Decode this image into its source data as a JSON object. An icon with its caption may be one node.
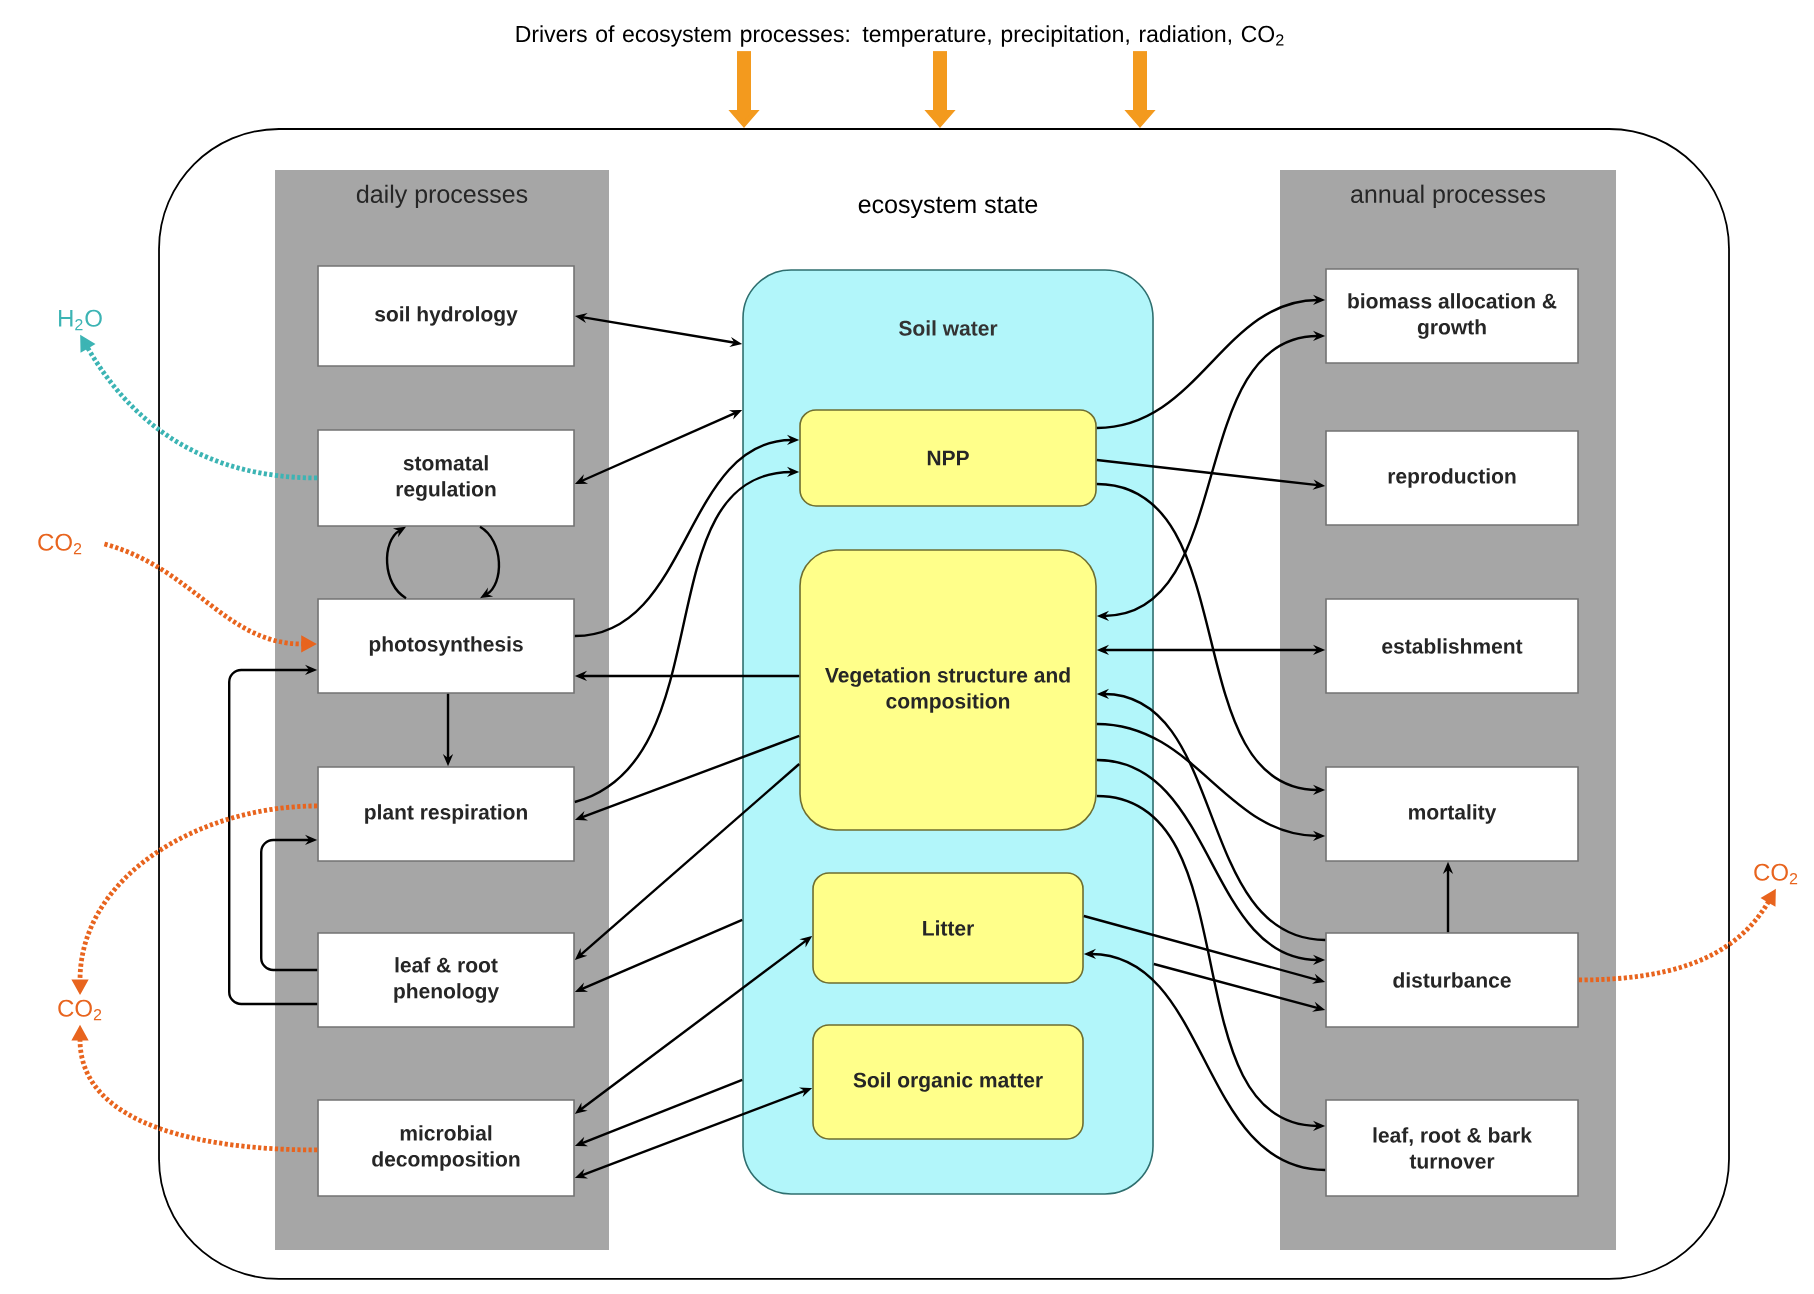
{
  "diagram": {
    "nodes": [
      {
        "text": [
          "Drivers of ecosystem processes: temperature, precipitation, radiation, CO$_{2}$"
        ]
      },
      {
        "text": [],
        "shape": "box"
      },
      {
        "text": [
          "daily processes"
        ],
        "in": 1
      },
      {
        "text": [
          "soil hydrology"
        ],
        "in": 2
      },
      {
        "text": [
          "stomatal regulation"
        ],
        "in": 2
      },
      {
        "text": [
          "photosynthesis"
        ],
        "in": 2
      },
      {
        "text": [
          "plant respiration"
        ],
        "in": 2
      },
      {
        "text": [
          "leaf & root phenology"
        ],
        "in": 2
      },
      {
        "text": [
          "microbial decomposition"
        ],
        "in": 2
      },
      {
        "text": [
          "ecosystem state",
          "Soil water"
        ],
        "in": 1
      },
      {
        "text": [
          "NPP"
        ],
        "in": 9
      },
      {
        "text": [
          "Vegetation structure and composition"
        ],
        "in": 9
      },
      {
        "text": [
          "Litter"
        ],
        "in": 9
      },
      {
        "text": [
          "Soil organic matter"
        ],
        "in": 9
      },
      {
        "text": [
          "annual processes"
        ],
        "in": 1
      },
      {
        "text": [
          "biomass allocation & growth"
        ],
        "in": 14
      },
      {
        "text": [
          "reproduction"
        ],
        "in": 14
      },
      {
        "text": [
          "establishment"
        ],
        "in": 14
      },
      {
        "text": [
          "mortality"
        ],
        "in": 14
      },
      {
        "text": [
          "disturbance"
        ],
        "in": 14
      },
      {
        "text": [
          "leaf, root & bark turnover"
        ],
        "in": 14
      },
      {
        "text": [
          "H$_{2}$O"
        ]
      },
      {
        "text": [
          "CO$_{2}$"
        ]
      },
      {
        "text": [
          "CO$_{2}$"
        ]
      },
      {
        "text": [
          "CO$_{2}$"
        ]
      }
    ],
    "edges": [
      {
        "from": 3,
        "to": 9,
        "arrow": "both"
      },
      {
        "from": 4,
        "to": 9,
        "arrow": "both"
      },
      {
        "from": 5,
        "to": 4,
        "arrow": "to"
      },
      {
        "from": 4,
        "to": 5,
        "arrow": "to"
      },
      {
        "from": 5,
        "to": 10,
        "arrow": "to"
      },
      {
        "from": 6,
        "to": 10,
        "arrow": "to"
      },
      {
        "from": 11,
        "to": 5,
        "arrow": "to"
      },
      {
        "from": 5,
        "to": 6,
        "arrow": "to"
      },
      {
        "from": 11,
        "to": 6,
        "arrow": "to"
      },
      {
        "from": 11,
        "to": 7,
        "arrow": "to"
      },
      {
        "from": 9,
        "to": 7,
        "arrow": "to"
      },
      {
        "from": 7,
        "to": 6,
        "arrow": "to"
      },
      {
        "from": 7,
        "to": 5,
        "arrow": "to"
      },
      {
        "from": 12,
        "to": 8,
        "arrow": "both"
      },
      {
        "from": 9,
        "to": 8,
        "arrow": "to"
      },
      {
        "from": 8,
        "to": 13,
        "arrow": "both"
      },
      {
        "from": 10,
        "to": 15,
        "arrow": "to"
      },
      {
        "from": 11,
        "to": 15,
        "arrow": "both"
      },
      {
        "from": 10,
        "to": 16,
        "arrow": "to"
      },
      {
        "from": 11,
        "to": 17,
        "arrow": "both"
      },
      {
        "from": 10,
        "to": 18,
        "arrow": "to"
      },
      {
        "from": 19,
        "to": 11,
        "arrow": "to"
      },
      {
        "from": 11,
        "to": 18,
        "arrow": "to"
      },
      {
        "from": 11,
        "to": 19,
        "arrow": "to"
      },
      {
        "from": 12,
        "to": 19,
        "arrow": "to"
      },
      {
        "from": 9,
        "to": 19,
        "arrow": "to"
      },
      {
        "from": 11,
        "to": 20,
        "arrow": "to"
      },
      {
        "from": 20,
        "to": 12,
        "arrow": "to"
      },
      {
        "from": 19,
        "to": 18,
        "arrow": "to"
      },
      {
        "from": 4,
        "to": 21,
        "arrow": "to",
        "style": "dashed",
        "color": "#3cb4b4"
      },
      {
        "from": 22,
        "to": 5,
        "arrow": "to",
        "style": "dashed",
        "color": "#e8641e"
      },
      {
        "from": 6,
        "to": 23,
        "arrow": "to",
        "style": "dashed",
        "color": "#e8641e"
      },
      {
        "from": 8,
        "to": 23,
        "arrow": "to",
        "style": "dashed",
        "color": "#e8641e"
      },
      {
        "from": 19,
        "to": 24,
        "arrow": "to",
        "style": "dashed",
        "color": "#e8641e"
      },
      {
        "from": 0,
        "to": 1,
        "arrow": "to",
        "style": "thick",
        "color": "#f39a1e"
      },
      {
        "from": 0,
        "to": 1,
        "arrow": "to",
        "style": "thick",
        "color": "#f39a1e"
      },
      {
        "from": 0,
        "to": 1,
        "arrow": "to",
        "style": "thick",
        "color": "#f39a1e"
      }
    ]
  }
}
